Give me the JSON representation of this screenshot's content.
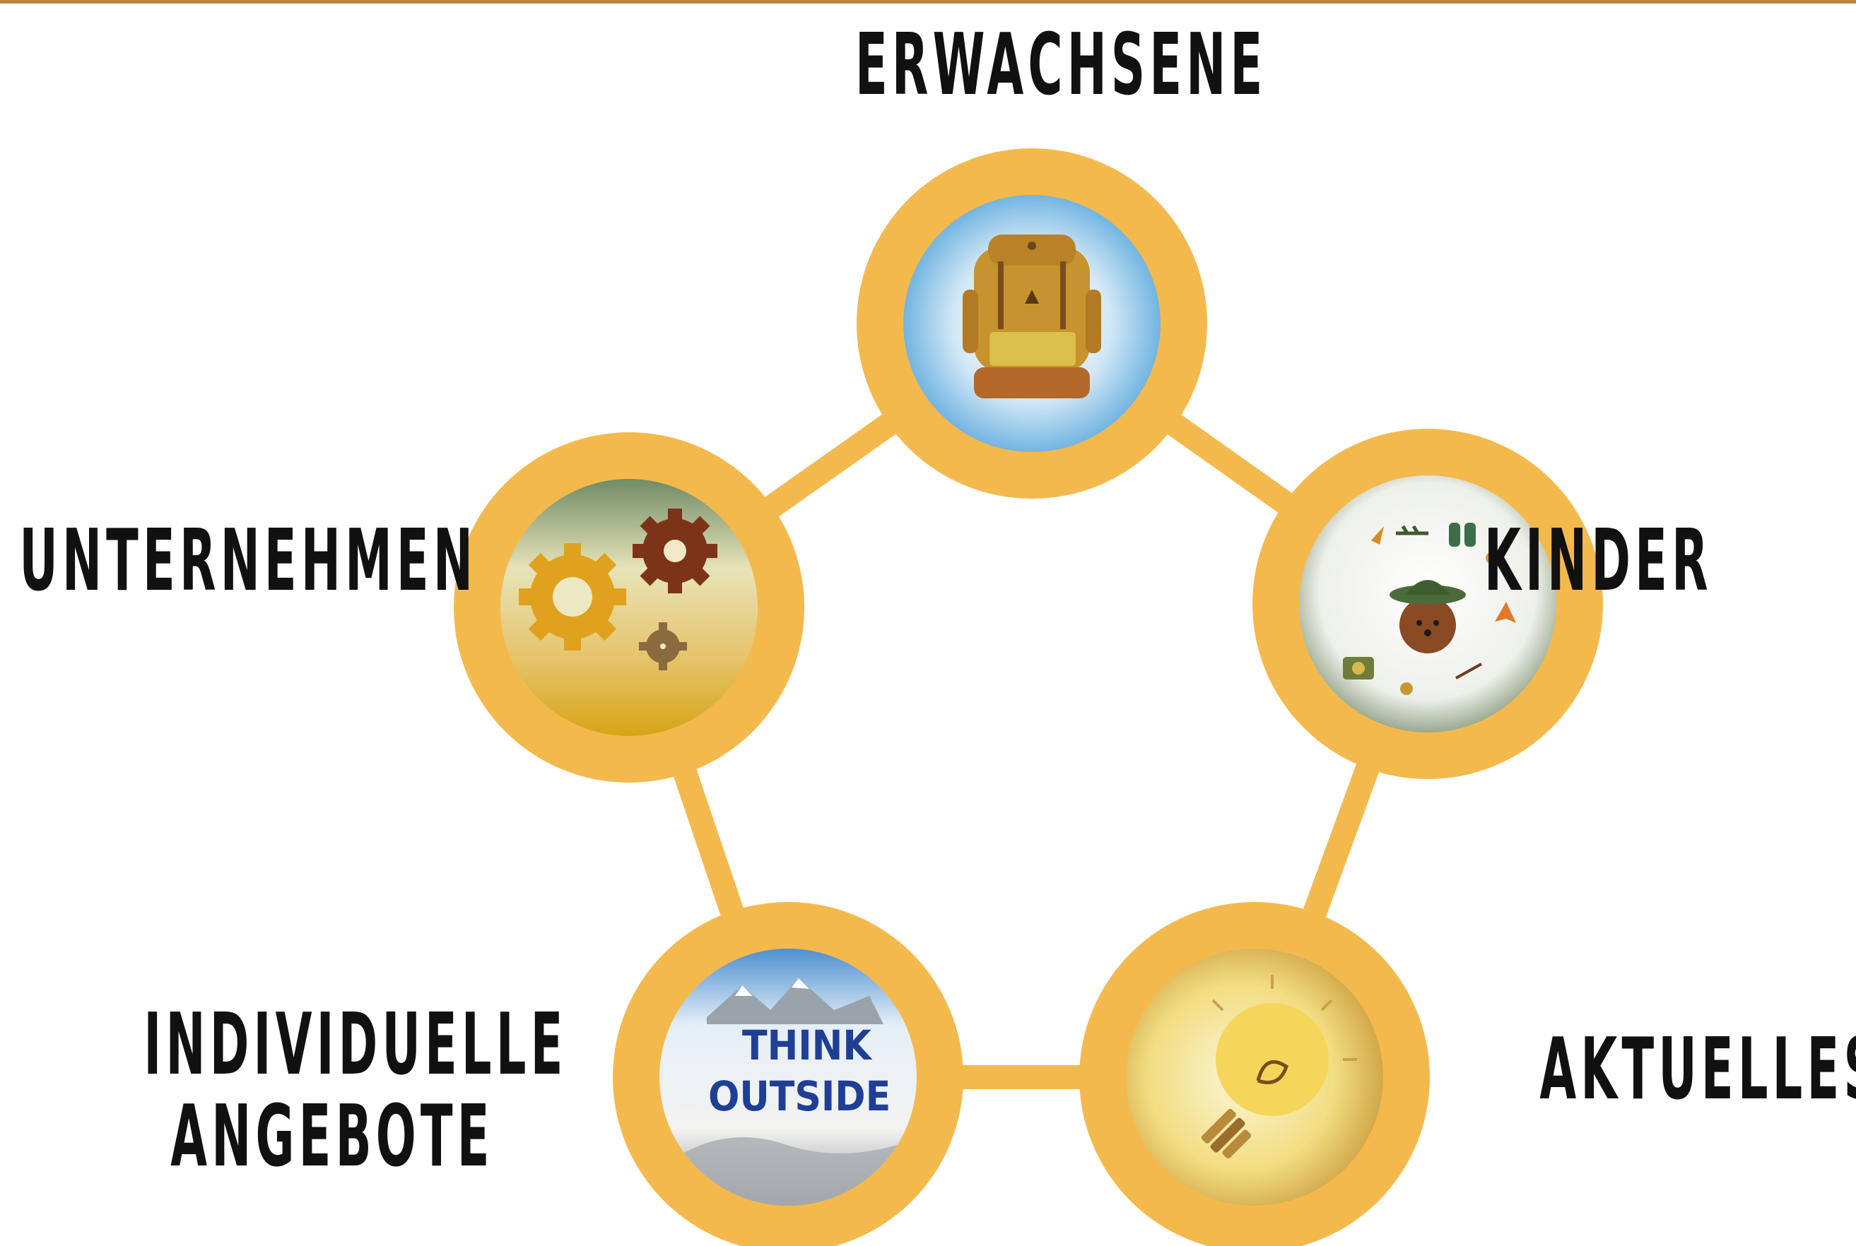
{
  "colors": {
    "ring": "#f4b94d",
    "connector": "#f4b94d",
    "top_rule": "#b8893b",
    "label_text": "#111111"
  },
  "nodes": {
    "erwachsene": {
      "label": "ERWACHSENE",
      "icon": "backpack-icon"
    },
    "kinder": {
      "label": "KINDER",
      "icon": "explorer-bear-icon"
    },
    "aktuelles": {
      "label": "AKTUELLES",
      "icon": "lightbulb-icon"
    },
    "individuelle": {
      "label_line1": "INDIVIDUELLE",
      "label_line2": "ANGEBOTE",
      "icon": "think-outside-mountain-icon",
      "badge_line1": "THINK",
      "badge_line2": "OUTSIDE"
    },
    "unternehmen": {
      "label": "UNTERNEHMEN",
      "icon": "gears-icon"
    }
  }
}
